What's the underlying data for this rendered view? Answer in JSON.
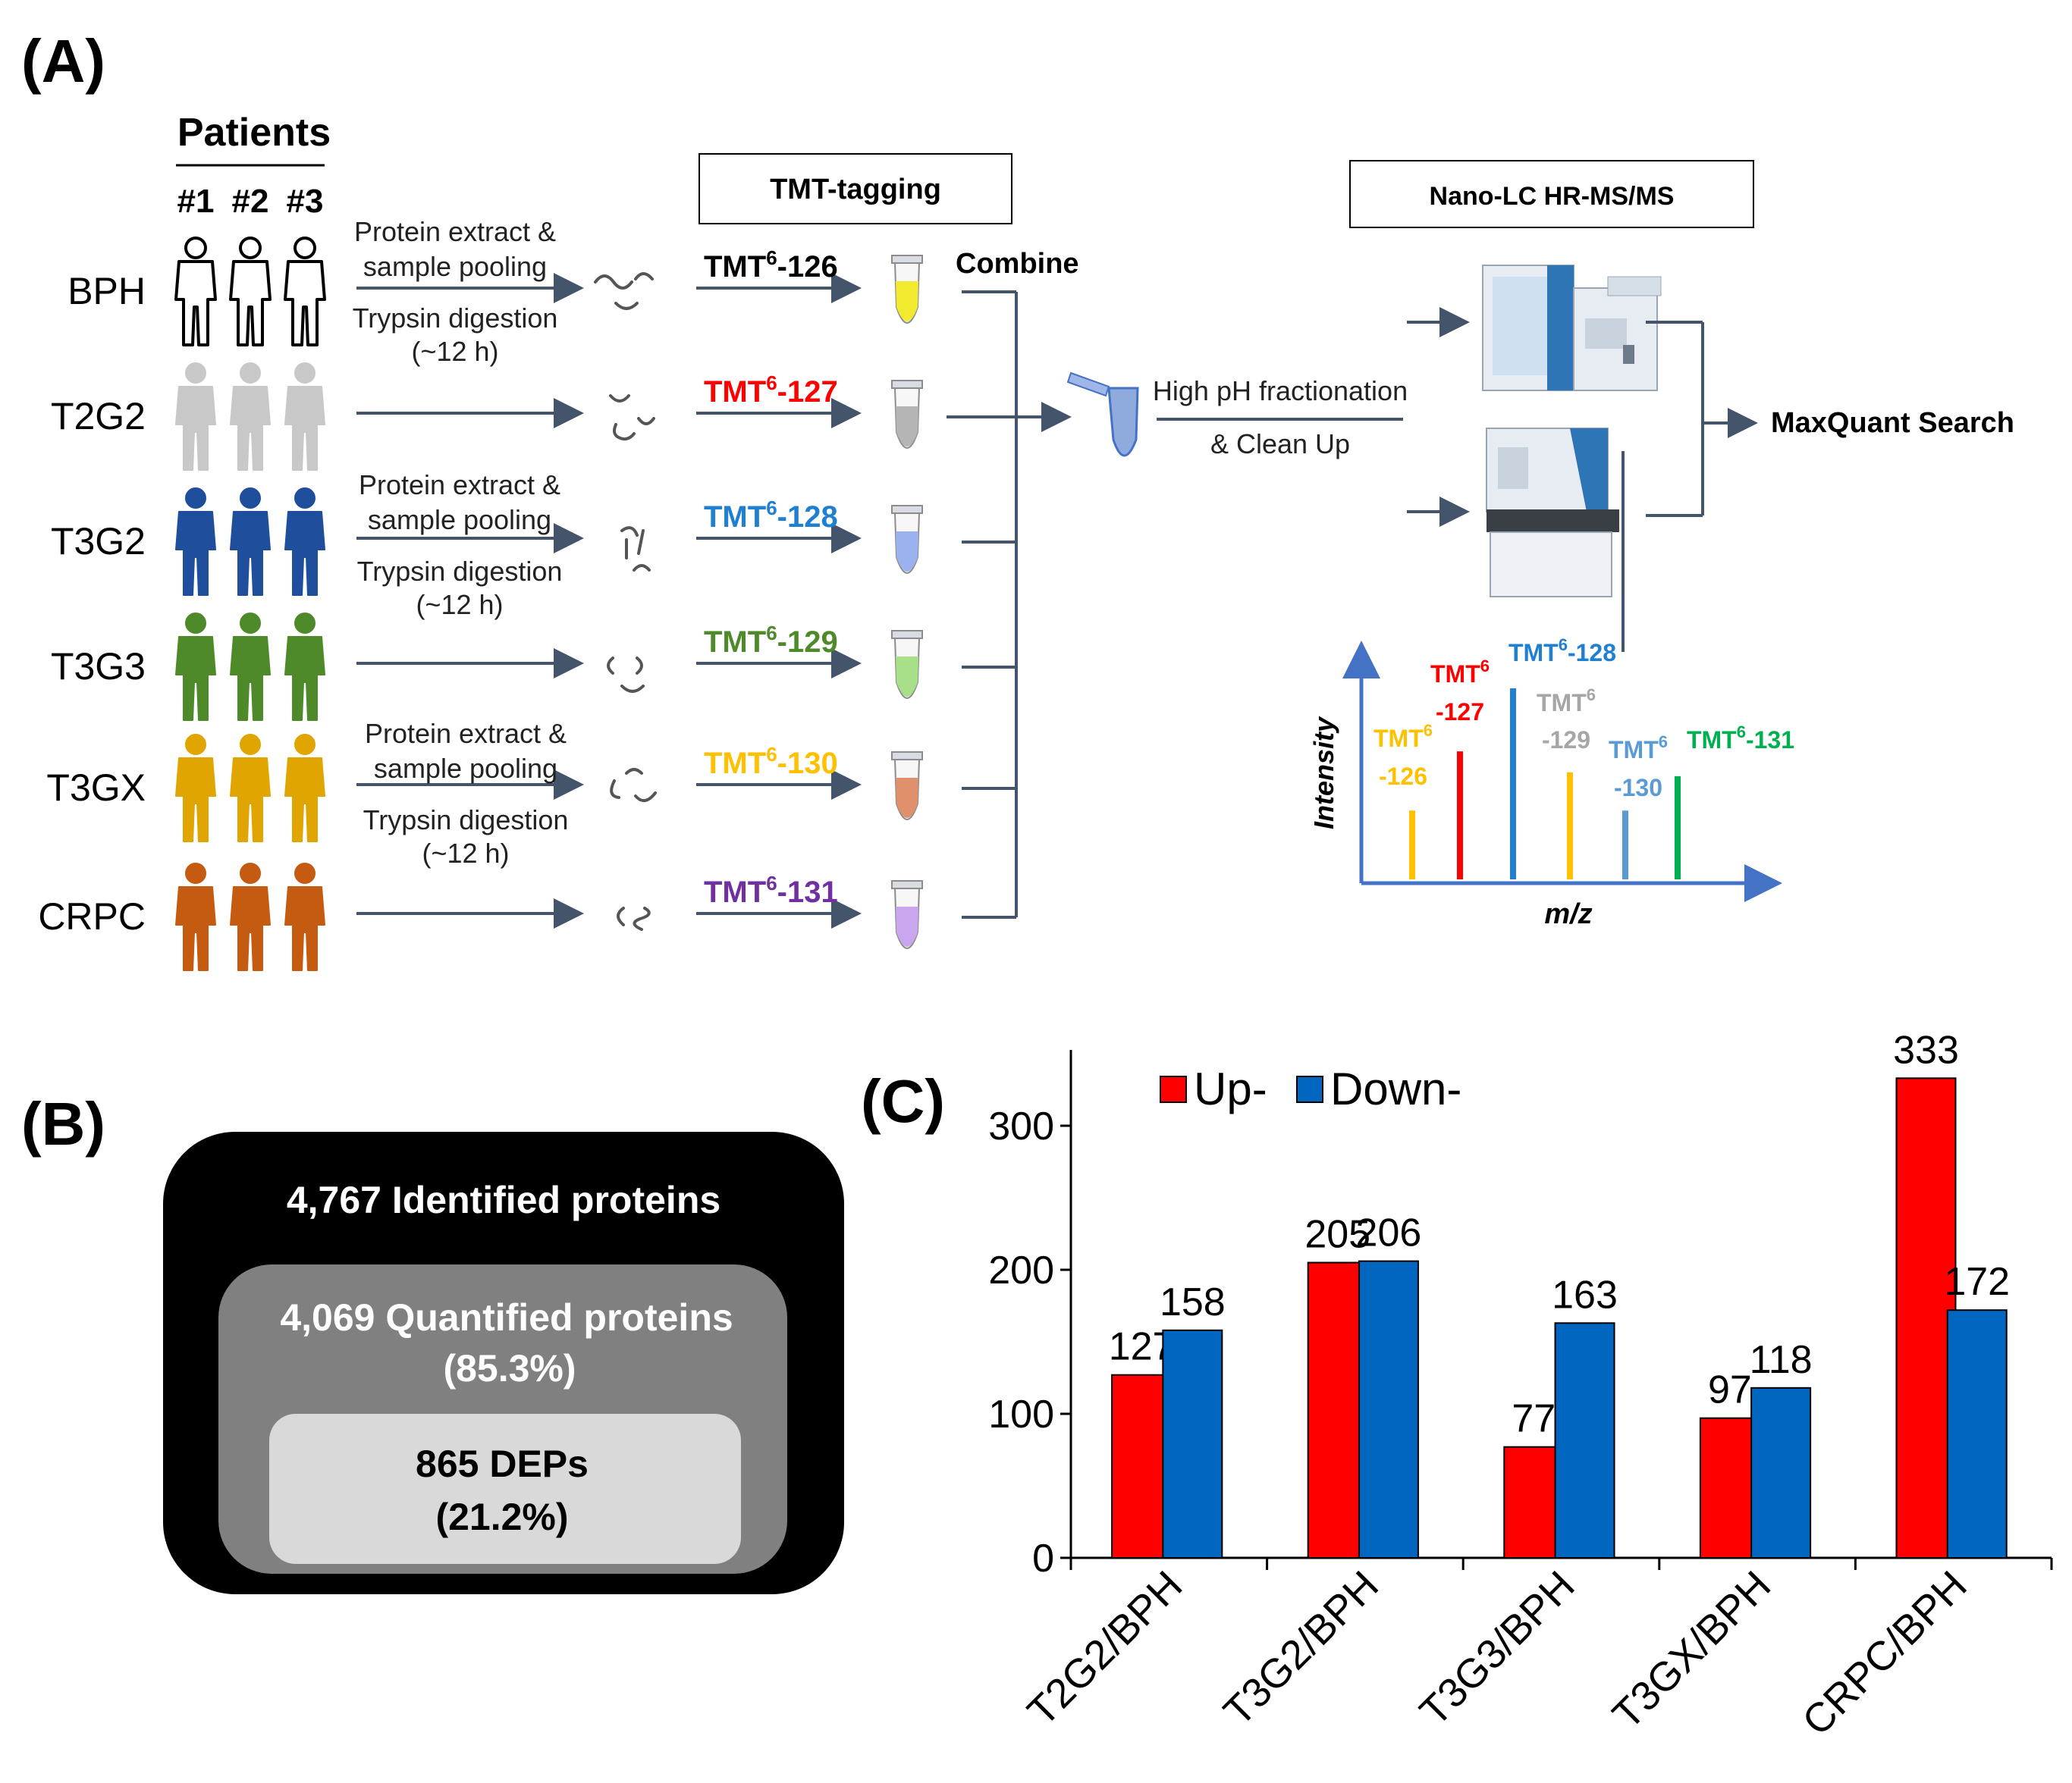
{
  "panels": {
    "a": "(A)",
    "b": "(B)",
    "c": "(C)"
  },
  "workflow": {
    "patients_title": "Patients",
    "patient_ids": [
      "#1",
      "#2",
      "#3"
    ],
    "groups": [
      {
        "name": "BPH",
        "color": "#ffffff",
        "tmt_base": "TMT",
        "tmt_sup": "6",
        "tmt_suffix": "-126",
        "tmt_color": "#000000",
        "tube_color": "#f2ea2e"
      },
      {
        "name": "T2G2",
        "color": "#c8c8c8",
        "tmt_base": "TMT",
        "tmt_sup": "6",
        "tmt_suffix": "-127",
        "tmt_color": "#ff0000",
        "tube_color": "#b5b5b5"
      },
      {
        "name": "T3G2",
        "color": "#1f4e9c",
        "tmt_base": "TMT",
        "tmt_sup": "6",
        "tmt_suffix": "-128",
        "tmt_color": "#1f7fd0",
        "tube_color": "#9ab2ee"
      },
      {
        "name": "T3G3",
        "color": "#4f8a2a",
        "tmt_base": "TMT",
        "tmt_sup": "6",
        "tmt_suffix": "-129",
        "tmt_color": "#4f8a2a",
        "tube_color": "#a8e08a"
      },
      {
        "name": "T3GX",
        "color": "#e0a500",
        "tmt_base": "TMT",
        "tmt_sup": "6",
        "tmt_suffix": "-130",
        "tmt_color": "#ffc000",
        "tube_color": "#e0906a"
      },
      {
        "name": "CRPC",
        "color": "#c55a11",
        "tmt_base": "TMT",
        "tmt_sup": "6",
        "tmt_suffix": "-131",
        "tmt_color": "#7030a0",
        "tube_color": "#c9a6ee"
      }
    ],
    "prep_lines": {
      "extract": "Protein extract &",
      "pooling": "sample pooling",
      "digestion": "Trypsin digestion",
      "time": "(~12 h)"
    },
    "tmt_box": "TMT-tagging",
    "combine": "Combine",
    "fractionation_1": "High pH fractionation",
    "fractionation_2": "& Clean Up",
    "ms_box": "Nano-LC HR-MS/MS",
    "search": "MaxQuant Search",
    "spectrum": {
      "y_label": "Intensity",
      "x_label": "m/z",
      "peaks": [
        {
          "label_top": "TMT",
          "sup": "6",
          "label_bottom": "-126",
          "color": "#ffc000",
          "intensity": 0.36
        },
        {
          "label_top": "TMT",
          "sup": "6",
          "label_bottom": "-127",
          "color": "#ff0000",
          "intensity": 0.67
        },
        {
          "label_top": "TMT",
          "sup": "6",
          "label_bottom": "-128",
          "color": "#1f7fd0",
          "intensity": 1.0
        },
        {
          "label_top": "TMT",
          "sup": "6",
          "label_bottom": "-129",
          "color": "#ffc000",
          "label_color": "#a6a6a6",
          "intensity": 0.56
        },
        {
          "label_top": "TMT",
          "sup": "6",
          "label_bottom": "-130",
          "color": "#5b9bd5",
          "intensity": 0.36
        },
        {
          "label_top": "TMT",
          "sup": "6",
          "label_bottom": "-131",
          "color": "#00b050",
          "intensity": 0.54
        }
      ]
    }
  },
  "summary_box": {
    "outer": "4,767 Identified proteins",
    "middle_1": "4,069 Quantified proteins",
    "middle_2": "(85.3%)",
    "inner_1": "865 DEPs",
    "inner_2": "(21.2%)"
  },
  "chart_data": {
    "type": "bar",
    "categories": [
      "T2G2/BPH",
      "T3G2/BPH",
      "T3G3/BPH",
      "T3GX/BPH",
      "CRPC/BPH"
    ],
    "series": [
      {
        "name": "Up-",
        "color": "#ff0000",
        "values": [
          127,
          205,
          77,
          97,
          333
        ]
      },
      {
        "name": "Down-",
        "color": "#0066c0",
        "values": [
          158,
          206,
          163,
          118,
          172
        ]
      }
    ],
    "yticks": [
      "0",
      "100",
      "200",
      "300"
    ],
    "ylim": [
      0,
      350
    ],
    "legend": "top-left",
    "grid": false
  }
}
